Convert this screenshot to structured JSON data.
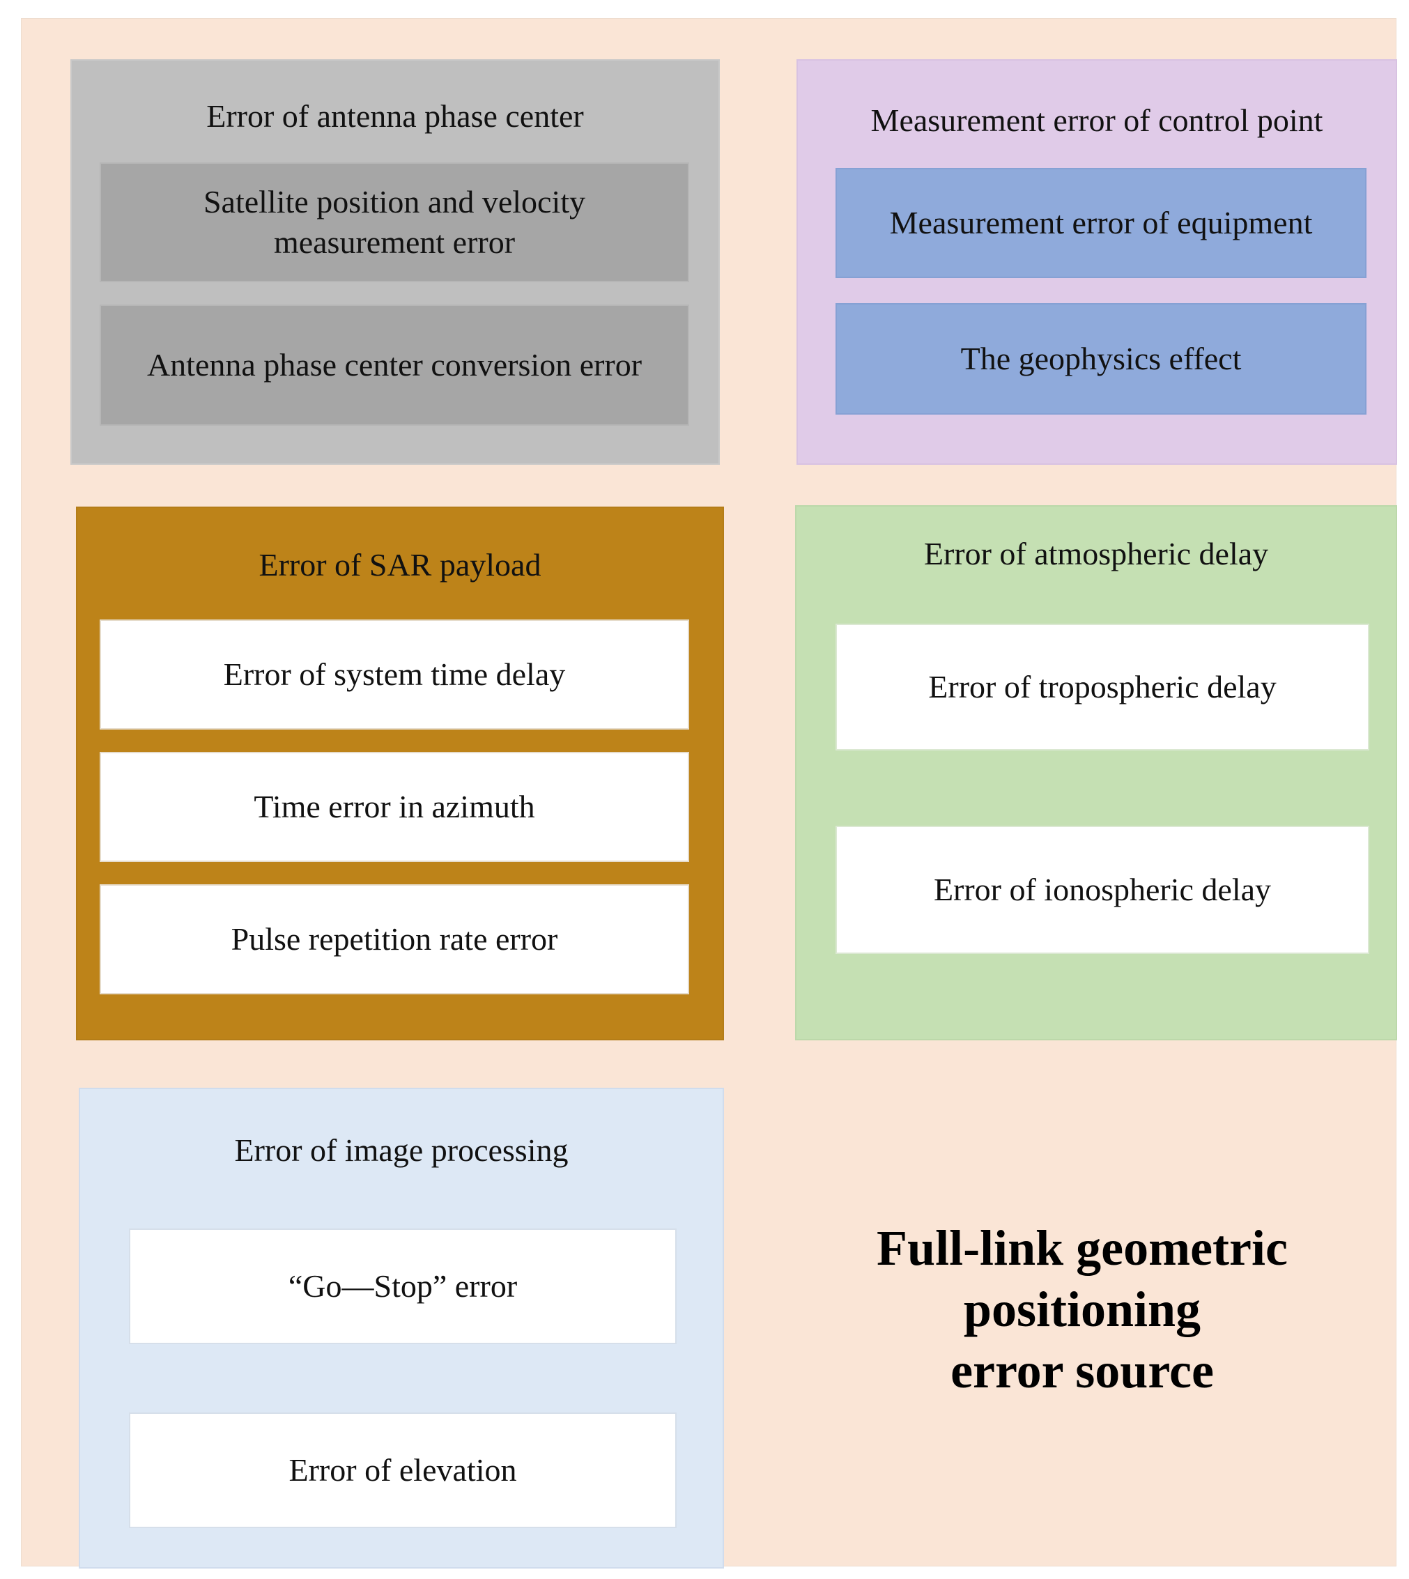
{
  "groups": {
    "antenna": {
      "title": "Error of antenna phase center",
      "items": [
        {
          "line1": "Satellite position and velocity",
          "line2": "measurement error"
        },
        {
          "line1": "Antenna phase center conversion error"
        }
      ],
      "fill": "#bfbfbf",
      "item_fill": "#a6a6a6"
    },
    "control": {
      "title": "Measurement error of control point",
      "items": [
        {
          "line1": "Measurement error of equipment"
        },
        {
          "line1": "The geophysics effect"
        }
      ],
      "fill": "#e0cbe8",
      "item_fill": "#8faadb"
    },
    "sar": {
      "title": "Error of SAR payload",
      "items": [
        {
          "line1": "Error of system time delay"
        },
        {
          "line1": "Time error in azimuth"
        },
        {
          "line1": "Pulse repetition rate error"
        }
      ],
      "fill": "#bd8319",
      "item_fill": "#ffffff"
    },
    "atmos": {
      "title": "Error of atmospheric delay",
      "items": [
        {
          "line1": "Error of tropospheric delay"
        },
        {
          "line1": "Error of ionospheric delay"
        }
      ],
      "fill": "#c5e0b3",
      "item_fill": "#ffffff"
    },
    "image": {
      "title": "Error of image processing",
      "items": [
        {
          "line1": "“Go—Stop” error"
        },
        {
          "line1": "Error of elevation"
        }
      ],
      "fill": "#dde8f5",
      "item_fill": "#ffffff"
    }
  },
  "main_title": {
    "line1": "Full-link geometric",
    "line2": "positioning",
    "line3": "error source"
  },
  "background": "#fae5d6"
}
